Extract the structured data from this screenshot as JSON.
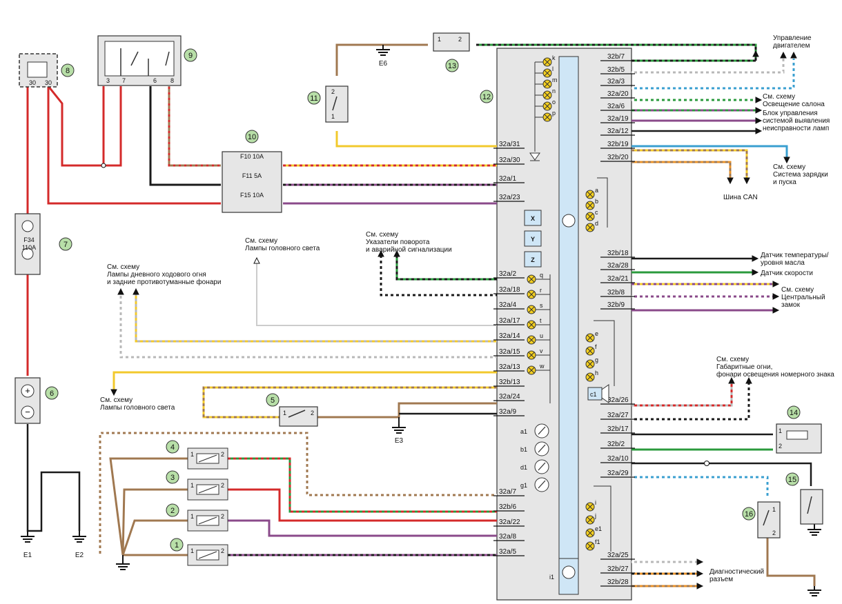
{
  "callouts": [
    "1",
    "2",
    "3",
    "4",
    "5",
    "6",
    "7",
    "8",
    "9",
    "10",
    "11",
    "12",
    "13",
    "14",
    "15",
    "16"
  ],
  "grounds": {
    "e1": "E1",
    "e2": "E2",
    "e3": "E3",
    "e6": "E6"
  },
  "relay8": {
    "pin_left": "30",
    "pin_right": "30"
  },
  "relay9": {
    "pins": [
      "3",
      "7",
      "6",
      "8"
    ]
  },
  "fuse7": {
    "name": "F34",
    "rating": "110A"
  },
  "fusebox10": {
    "fuses": [
      "F10 10A",
      "F11 5A",
      "F15 10A"
    ]
  },
  "switch11": {
    "pins": [
      "2",
      "1"
    ]
  },
  "connector13": {
    "pins": [
      "1",
      "2"
    ]
  },
  "switch5": {
    "pins": [
      "1",
      "2"
    ]
  },
  "sensors": {
    "pins": [
      "1",
      "2"
    ]
  },
  "sensor14": {
    "pins": [
      "1",
      "2"
    ]
  },
  "switch16": {
    "pins": [
      "1",
      "2"
    ]
  },
  "cluster12": {
    "left_pins": [
      "32a/31",
      "32a/30",
      "32a/1",
      "32a/23",
      "32a/2",
      "32a/18",
      "32a/4",
      "32a/17",
      "32a/14",
      "32a/15",
      "32a/13",
      "32b/13",
      "32a/24",
      "32a/9",
      "32a/7",
      "32b/6",
      "32a/22",
      "32a/8",
      "32a/5"
    ],
    "right_pins": [
      "32b/7",
      "32b/5",
      "32a/3",
      "32a/20",
      "32a/6",
      "32a/19",
      "32a/12",
      "32b/19",
      "32b/20",
      "32b/18",
      "32a/28",
      "32a/21",
      "32b/8",
      "32b/9",
      "32a/26",
      "32a/27",
      "32b/17",
      "32b/2",
      "32a/10",
      "32a/29",
      "32a/25",
      "32b/27",
      "32b/28"
    ],
    "lamps_top": [
      "k",
      "l",
      "m",
      "n",
      "o",
      "p"
    ],
    "lamps_ad": [
      "a",
      "b",
      "c",
      "d"
    ],
    "lamps_qw": [
      "q",
      "r",
      "s",
      "t",
      "u",
      "v",
      "w"
    ],
    "lamps_eh": [
      "e",
      "f",
      "g",
      "h"
    ],
    "lamps_bottom": [
      "i",
      "j",
      "e1",
      "f1"
    ],
    "gauges": [
      "a1",
      "b1",
      "d1",
      "g1"
    ],
    "boxes": [
      "X",
      "Y",
      "Z"
    ],
    "speaker": "c1",
    "i1": "i1"
  },
  "notes": {
    "engine_control": [
      "Управление",
      "двигателем"
    ],
    "interior_light": [
      "См. схему",
      "Освещение салона"
    ],
    "lamp_fault": [
      "Блок управления",
      "системой выявления",
      "неисправности ламп"
    ],
    "charging": [
      "См. схему",
      "Система зарядки",
      "и пуска"
    ],
    "can": "Шина CAN",
    "oil": [
      "Датчик температуры/",
      "уровня масла"
    ],
    "speed": "Датчик скорости",
    "central_lock": [
      "См. схему",
      "Центральный",
      "замок"
    ],
    "side_lights": [
      "См. схему",
      "Габаритные огни,",
      "фонари освещения номерного знака"
    ],
    "diag": [
      "Диагностический",
      "разъем"
    ],
    "headlamps_top": [
      "См. схему",
      "Лампы головного света"
    ],
    "turn_signals": [
      "См. схему",
      "Указатели поворота",
      "и аварийной сигнализации"
    ],
    "drl": [
      "См. схему",
      "Лампы дневного ходового огня",
      "и задние противотуманные фонари"
    ],
    "headlamps_bottom": [
      "См. схему",
      "Лампы головного света"
    ]
  },
  "colors": {
    "red": "#d42a2a",
    "black": "#1a1a1a",
    "brown": "#a07850",
    "yellow": "#f2c92c",
    "green": "#2a9a3c",
    "blue": "#3a9fd0",
    "violet": "#8a4a8a",
    "gray": "#b8b8b8",
    "orange": "#e8922a",
    "callout_fill": "#b8dfa8",
    "panel": "#e6e6e6",
    "lightblue": "#cfe6f6",
    "lamp": "#f5d020"
  }
}
